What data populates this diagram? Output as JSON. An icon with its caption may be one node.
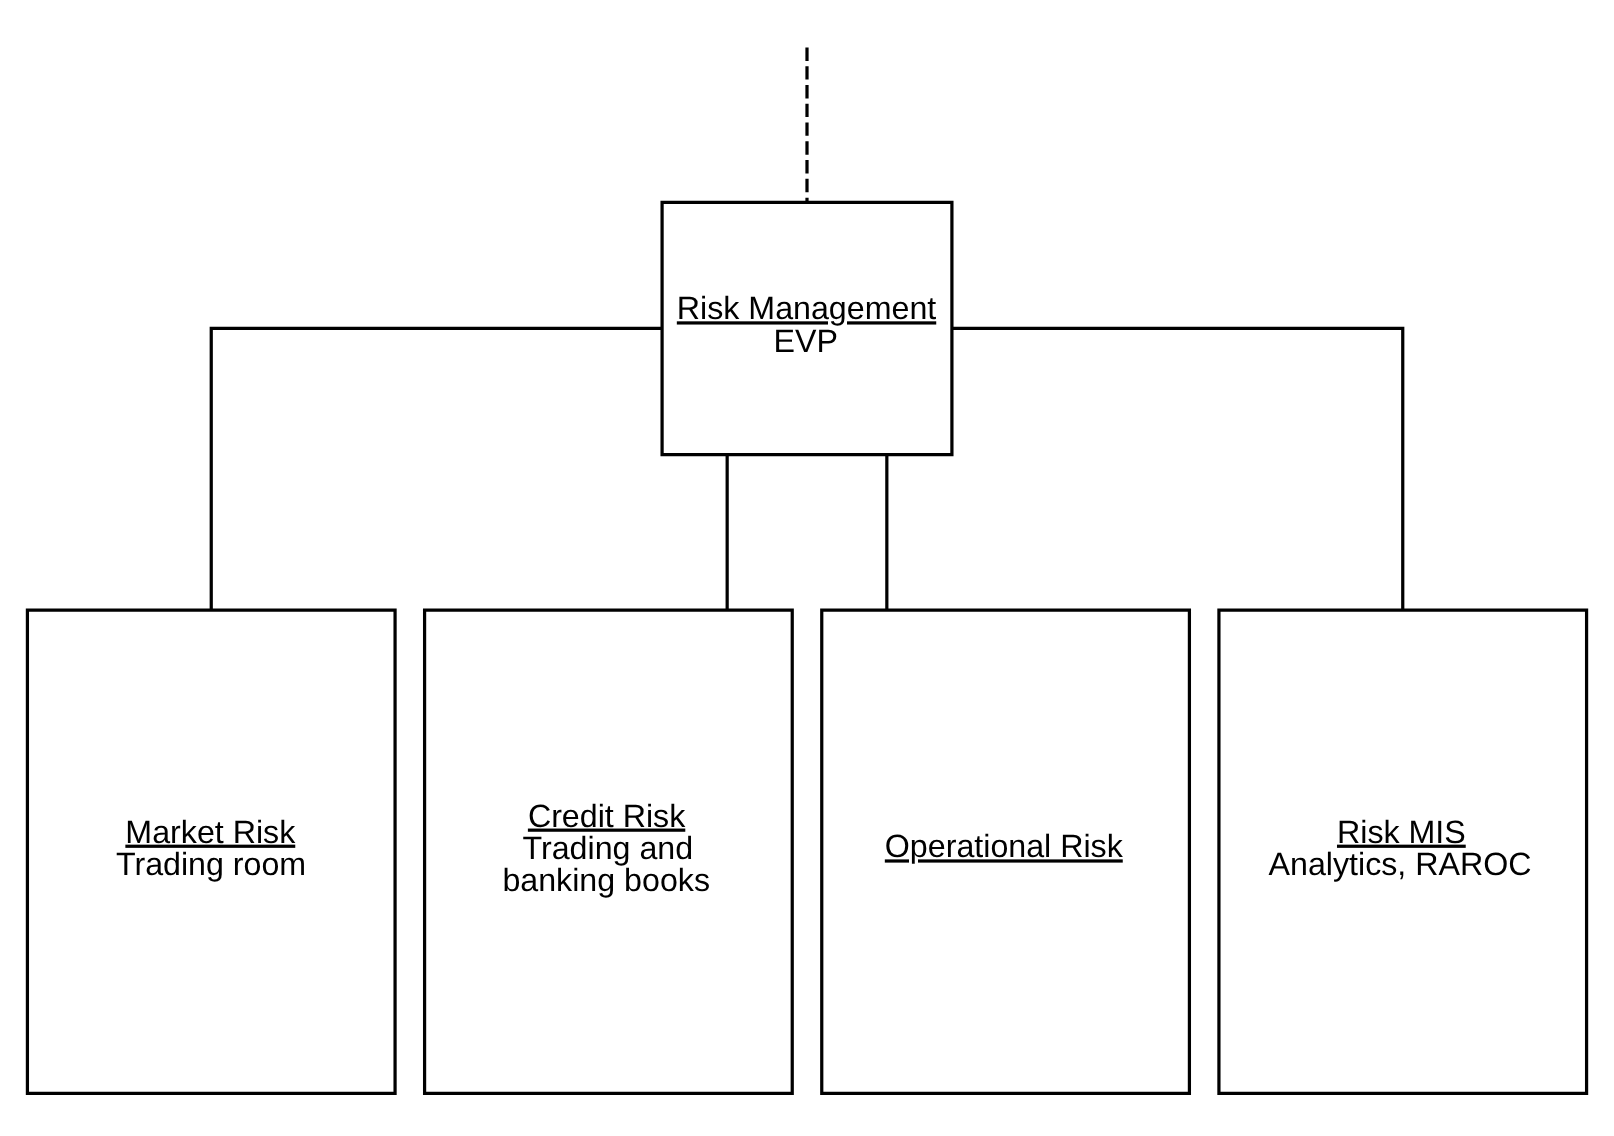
{
  "diagram": {
    "nodes": [
      {
        "text": [
          "Risk Management",
          "EVP"
        ]
      },
      {
        "text": [
          "Market Risk",
          "Trading room"
        ]
      },
      {
        "text": [
          "Credit Risk",
          "Trading and banking books"
        ]
      },
      {
        "text": [
          "Operational Risk"
        ]
      },
      {
        "text": [
          "Risk MIS",
          "Analytics, RAROC"
        ]
      }
    ],
    "edges": [
      {
        "from": null,
        "to": 0,
        "arrow": "none",
        "style": "dashed"
      },
      {
        "from": 0,
        "to": 1,
        "arrow": "none"
      },
      {
        "from": 0,
        "to": 2,
        "arrow": "none"
      },
      {
        "from": 0,
        "to": 3,
        "arrow": "none"
      },
      {
        "from": 0,
        "to": 4,
        "arrow": "none"
      }
    ]
  }
}
